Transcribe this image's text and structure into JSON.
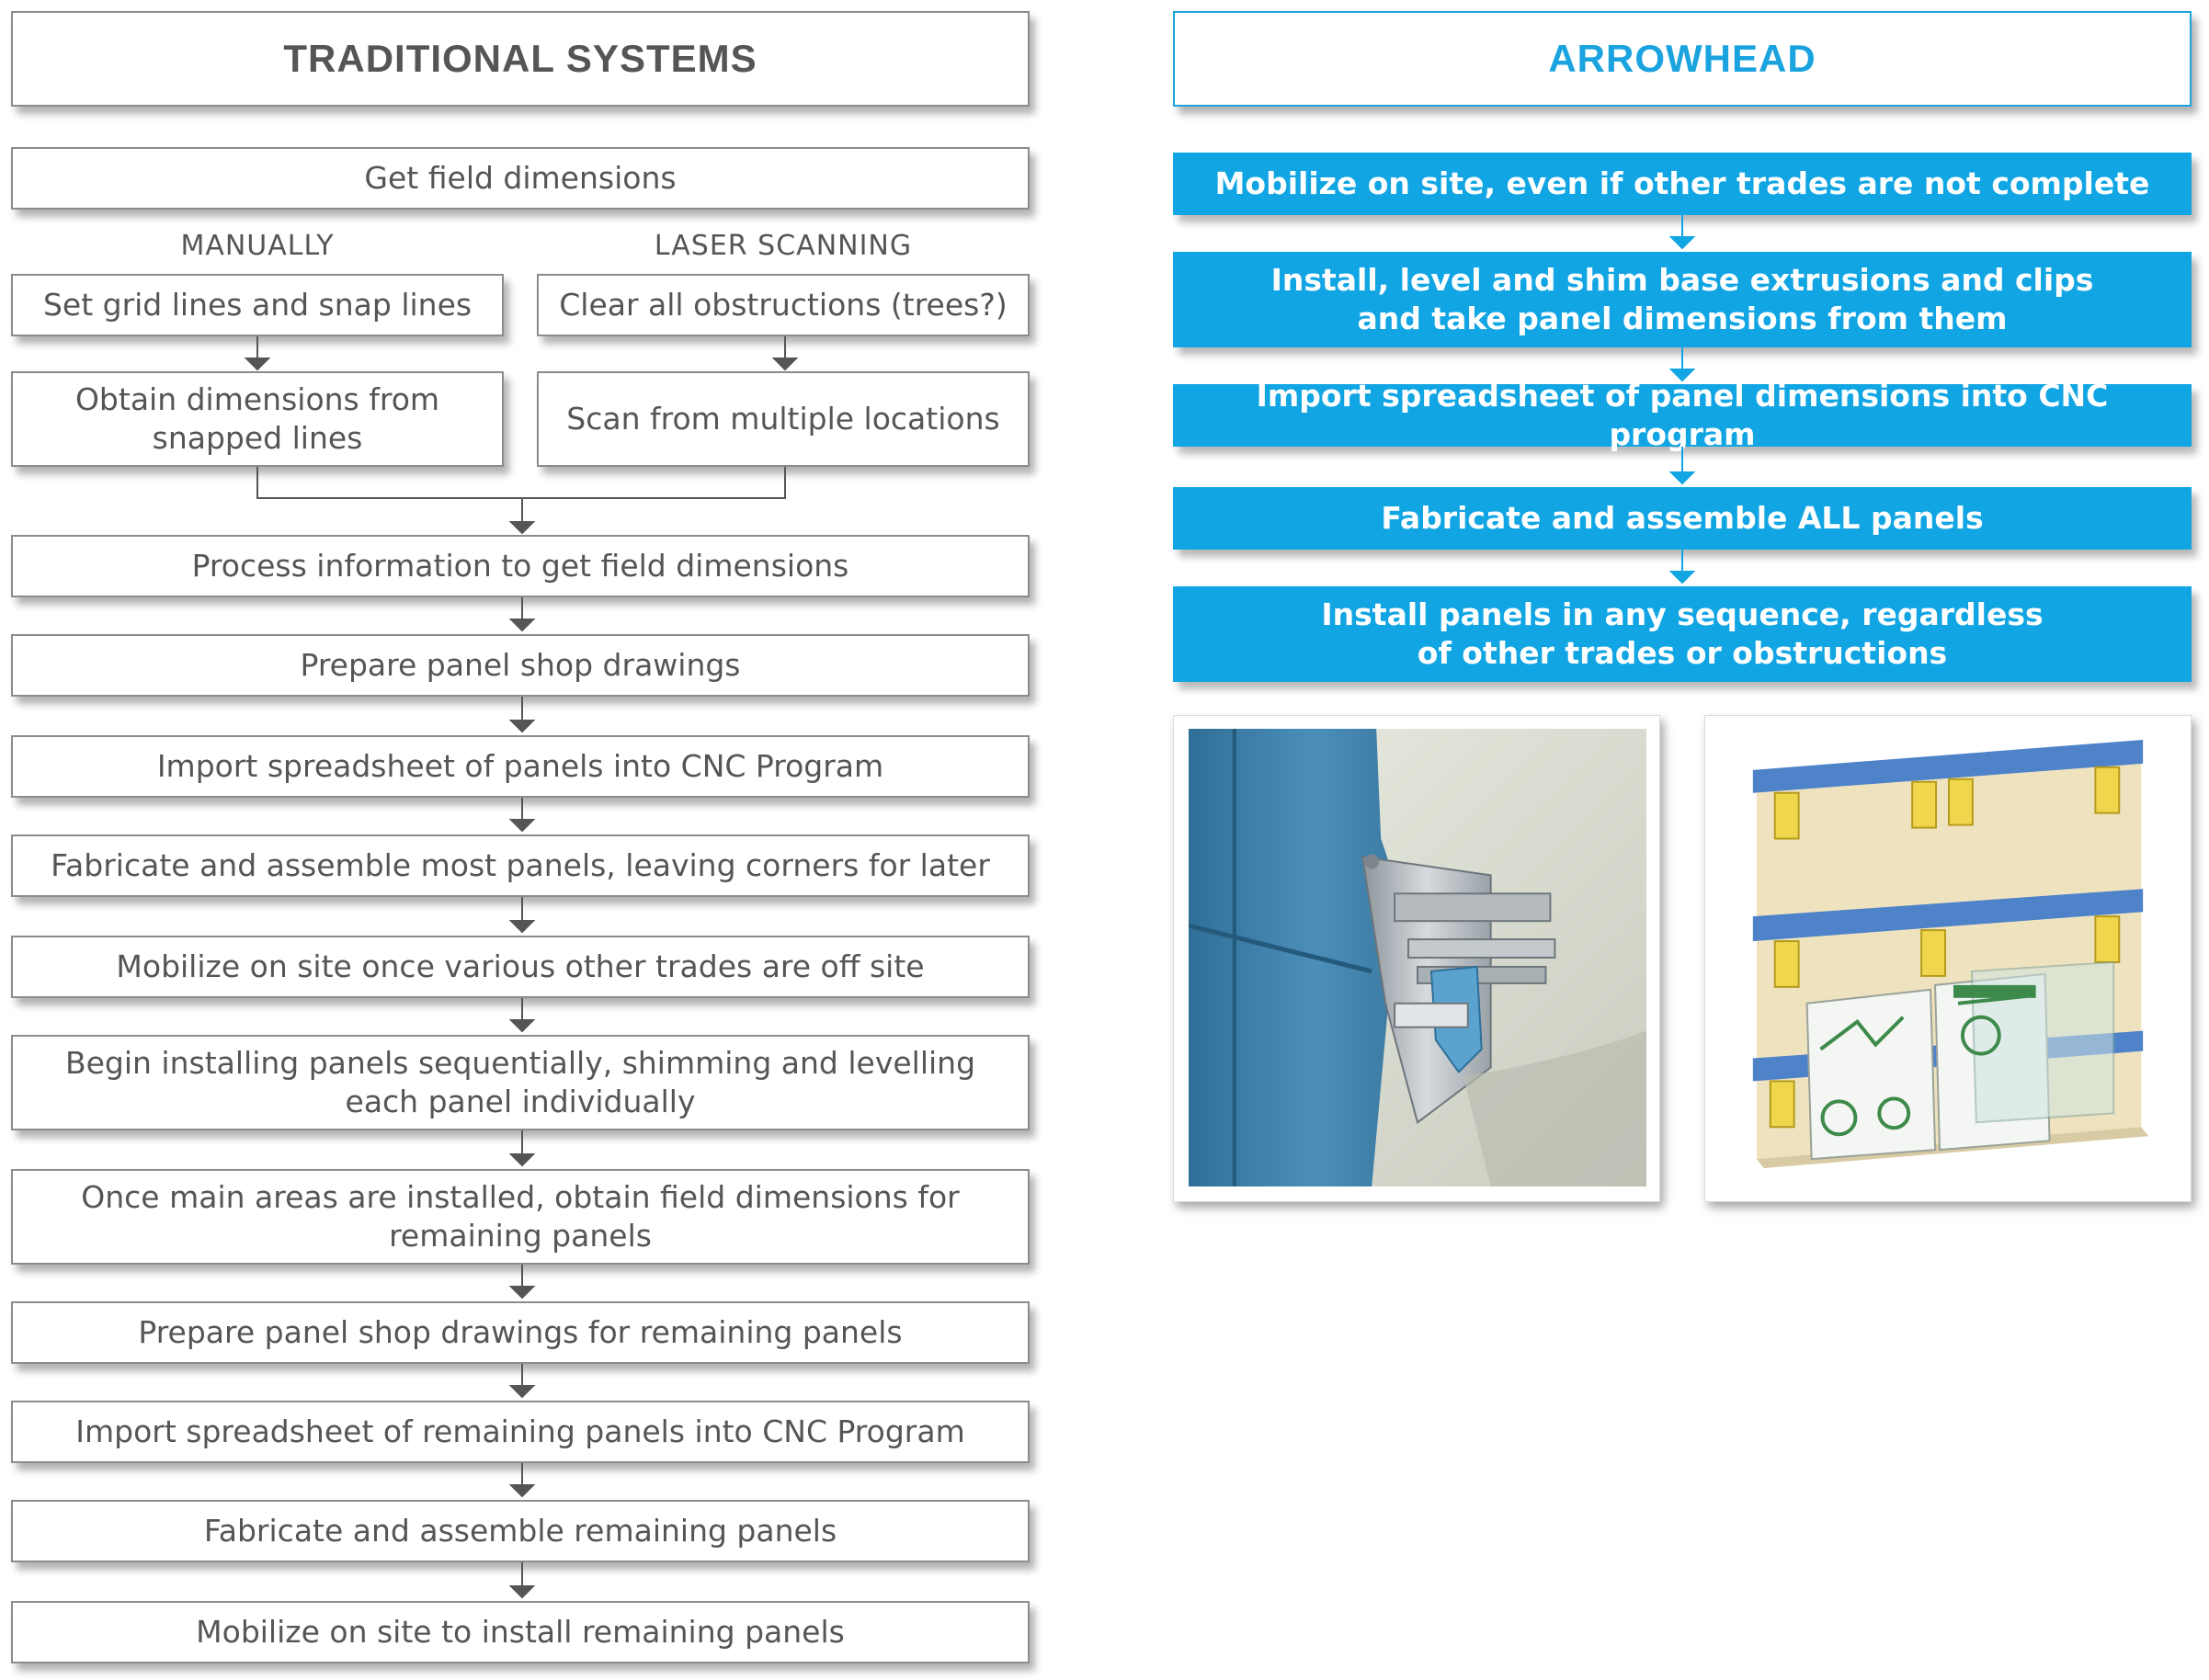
{
  "traditional": {
    "header": "TRADITIONAL SYSTEMS",
    "step_get_field": "Get field dimensions",
    "label_manual": "MANUALLY",
    "label_laser": "LASER SCANNING",
    "manual_1": "Set grid lines and snap lines",
    "manual_2": "Obtain dimensions from snapped lines",
    "laser_1": "Clear all obstructions (trees?)",
    "laser_2": "Scan from multiple locations",
    "steps": [
      "Process information to get field dimensions",
      "Prepare panel shop drawings",
      "Import spreadsheet of panels into CNC Program",
      "Fabricate and assemble most panels, leaving corners for later",
      "Mobilize on site once various other trades are off site",
      "Begin installing panels sequentially, shimming and levelling each panel individually",
      "Once main areas are installed, obtain field dimensions for remaining panels",
      "Prepare panel shop drawings for remaining panels",
      "Import spreadsheet of remaining panels  into CNC Program",
      "Fabricate and assemble remaining panels",
      "Mobilize on site to install remaining panels"
    ]
  },
  "arrowhead": {
    "header": "ARROWHEAD",
    "steps": [
      "Mobilize on site, even if other trades are not complete",
      "Install, level and shim base extrusions and clips and take panel dimensions from them",
      "Import spreadsheet of panel dimensions into CNC program",
      "Fabricate and assemble ALL panels",
      "Install panels in any sequence, regardless of other trades or obstructions"
    ]
  },
  "colors": {
    "accent_blue": "#11a5e3",
    "box_border": "#8c8c8c",
    "text_gray": "#555555",
    "arrow_gray": "#555555"
  }
}
